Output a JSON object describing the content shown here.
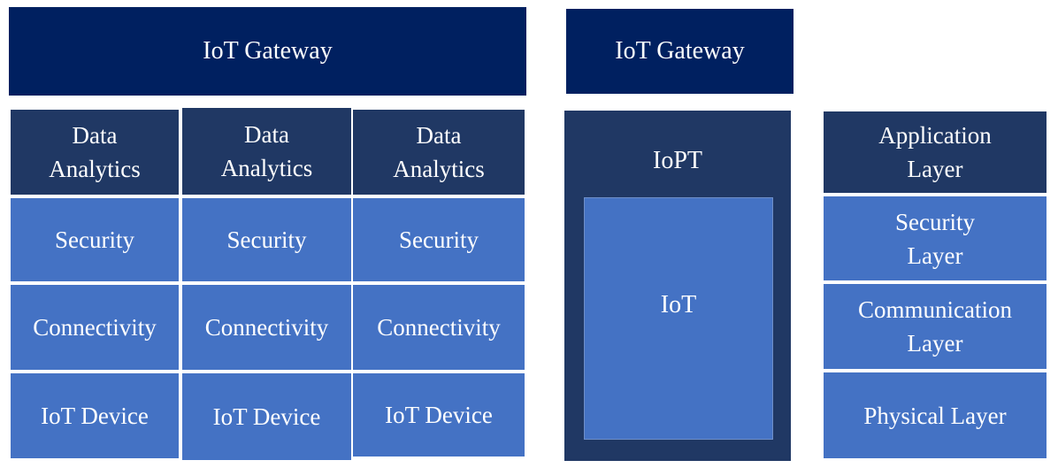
{
  "left_gateway": "IoT Gateway",
  "stacks": [
    {
      "analytics": "Data Analytics",
      "security": "Security",
      "connectivity": "Connectivity",
      "device": "IoT Device"
    },
    {
      "analytics": "Data Analytics",
      "security": "Security",
      "connectivity": "Connectivity",
      "device": "IoT Device"
    },
    {
      "analytics": "Data Analytics",
      "security": "Security",
      "connectivity": "Connectivity",
      "device": "IoT Device"
    }
  ],
  "middle": {
    "gateway": "IoT Gateway",
    "outer": "IoPT",
    "inner": "IoT"
  },
  "layers": [
    "Application Layer",
    "Security Layer",
    "Communication Layer",
    "Physical Layer"
  ],
  "colors": {
    "gateway": "#002060",
    "header": "#203864",
    "body": "#4472c4"
  }
}
